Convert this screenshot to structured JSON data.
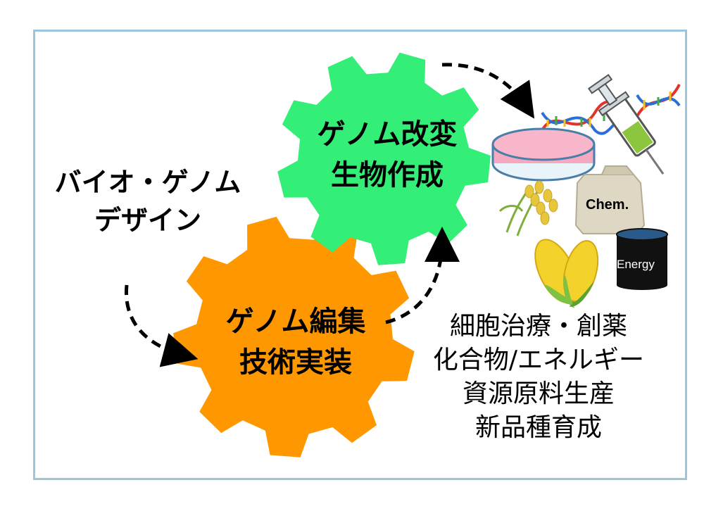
{
  "left_title": {
    "line1": "バイオ・ゲノム",
    "line2": "デザイン"
  },
  "green_gear": {
    "line1": "ゲノム改変",
    "line2": "生物作成",
    "color": "#33ee77"
  },
  "orange_gear": {
    "line1": "ゲノム編集",
    "line2": "技術実装",
    "color": "#ff9700"
  },
  "outputs": [
    "細胞治療・創薬",
    "化合物/エネルギー",
    "資源原料生産",
    "新品種育成"
  ],
  "icons": {
    "chem_label": "Chem.",
    "energy_label": "Energy"
  },
  "colors": {
    "frame": "#9cc6dc",
    "arrow": "#000000"
  }
}
